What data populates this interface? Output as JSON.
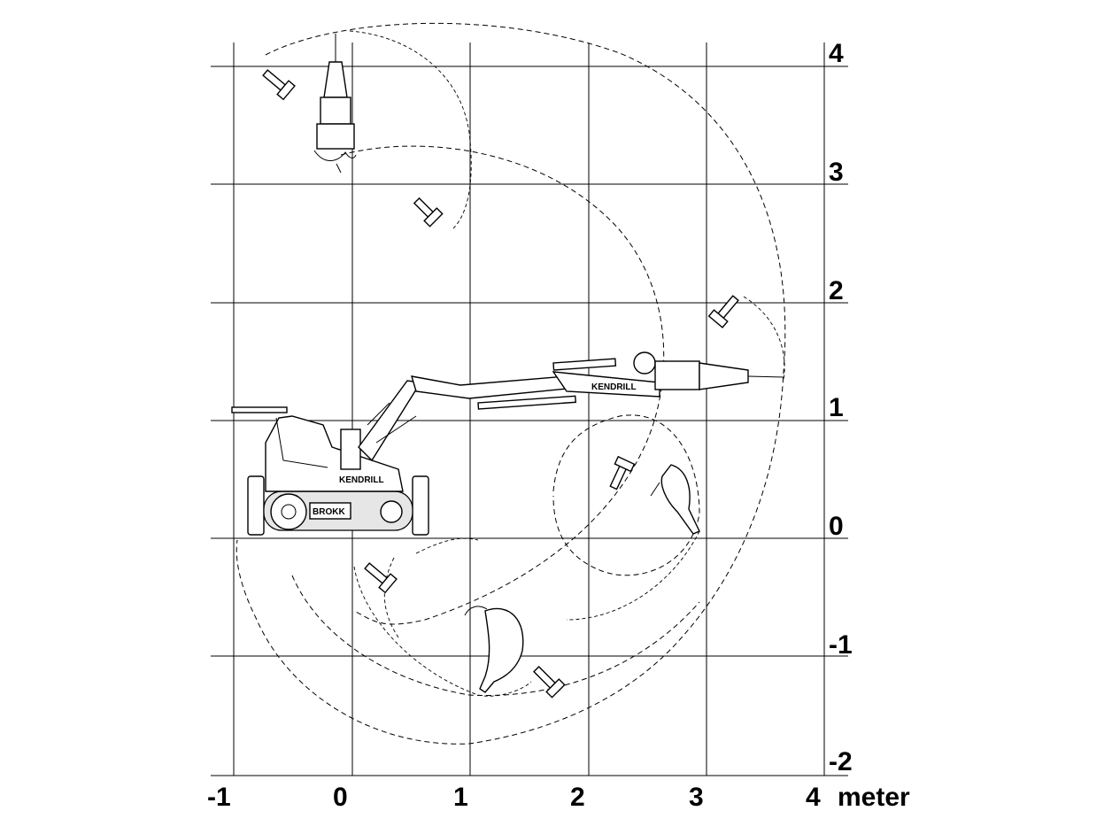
{
  "unit_label": "meter",
  "x_ticks": [
    "-1",
    "0",
    "1",
    "2",
    "3",
    "4"
  ],
  "y_ticks": [
    "4",
    "3",
    "2",
    "1",
    "0",
    "-1",
    "-2"
  ],
  "machine": {
    "brand_track": "KENDRILL",
    "brand_arm": "KENDRILL",
    "model_badge": "BROKK"
  }
}
